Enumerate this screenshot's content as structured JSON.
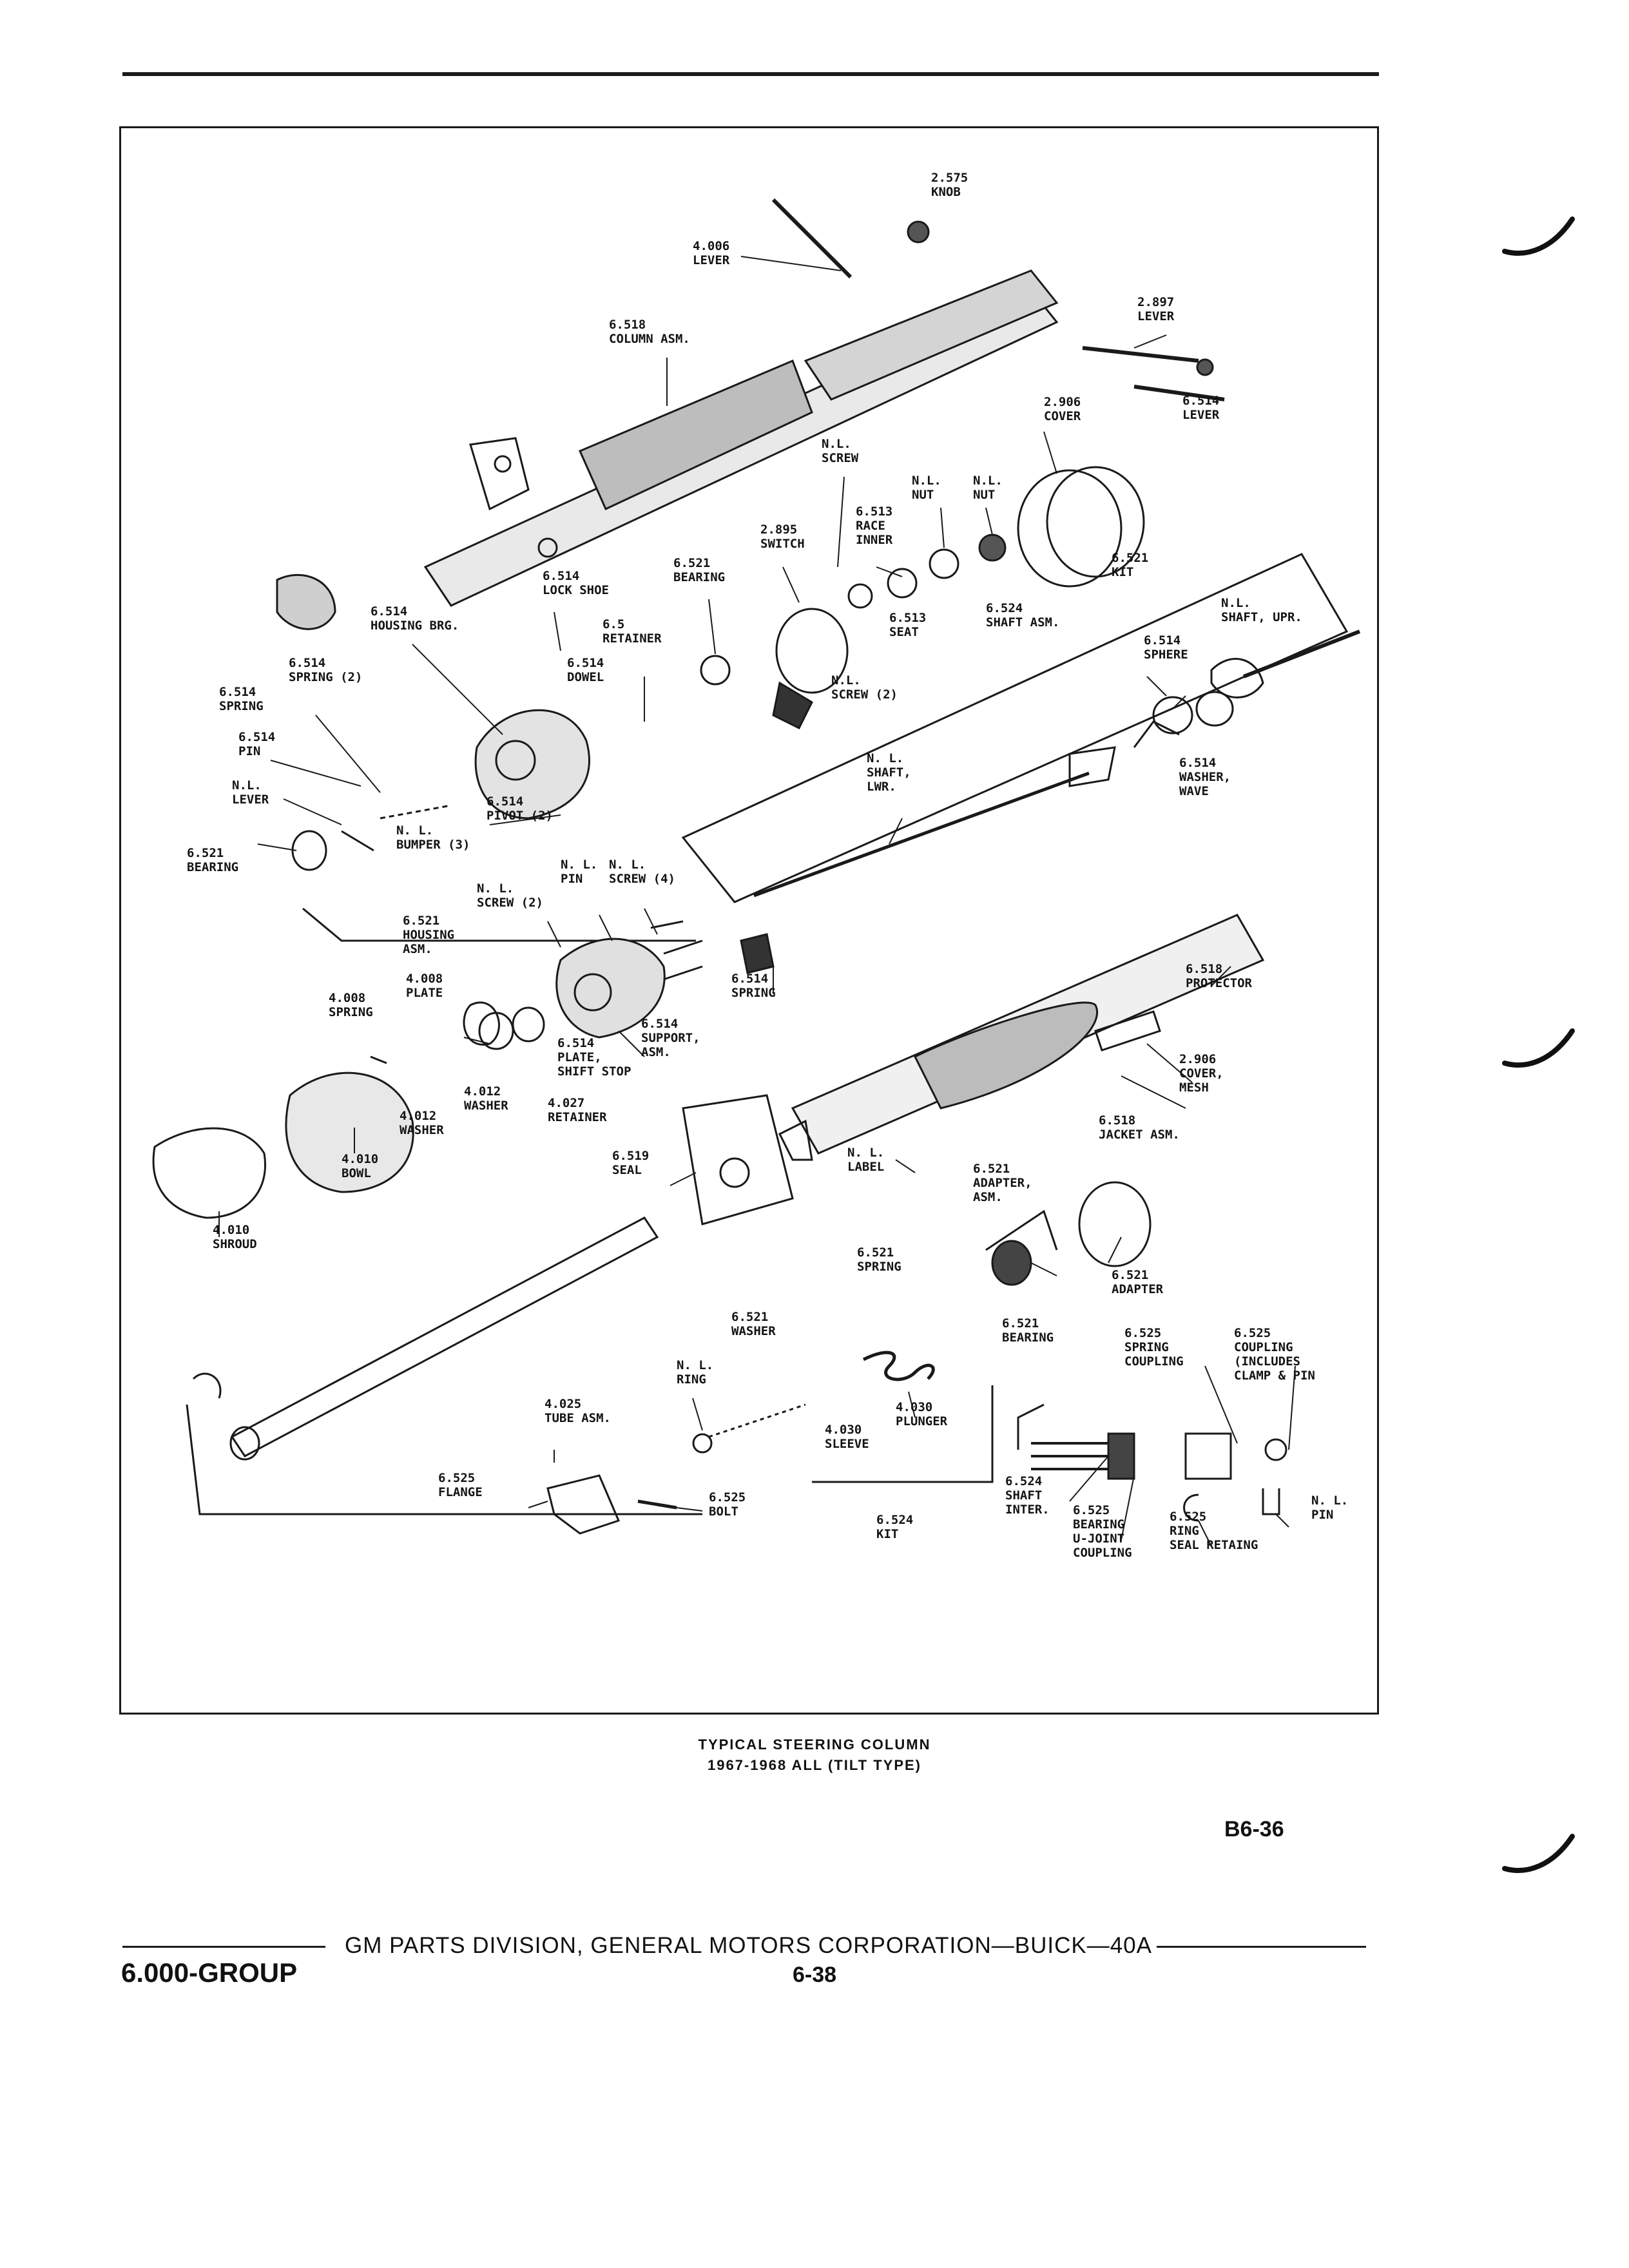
{
  "diagram": {
    "labels": [
      {
        "id": "knob",
        "lines": [
          "2.575",
          "KNOB"
        ]
      },
      {
        "id": "lever-4006",
        "lines": [
          "4.006",
          "LEVER"
        ]
      },
      {
        "id": "lever-2897",
        "lines": [
          "2.897",
          "LEVER"
        ]
      },
      {
        "id": "column-asm",
        "lines": [
          "6.518",
          "COLUMN ASM."
        ]
      },
      {
        "id": "lever-6514",
        "lines": [
          "6.514",
          "LEVER"
        ]
      },
      {
        "id": "cover-2906",
        "lines": [
          "2.906",
          "COVER"
        ]
      },
      {
        "id": "screw-nl-top",
        "lines": [
          "N.L.",
          "SCREW"
        ]
      },
      {
        "id": "nut-nl-1",
        "lines": [
          "N.L.",
          "NUT"
        ]
      },
      {
        "id": "nut-nl-2",
        "lines": [
          "N.L.",
          "NUT"
        ]
      },
      {
        "id": "race-inner",
        "lines": [
          "6.513",
          "RACE",
          "INNER"
        ]
      },
      {
        "id": "switch",
        "lines": [
          "2.895",
          "SWITCH"
        ]
      },
      {
        "id": "kit-6521",
        "lines": [
          "6.521",
          "KIT"
        ]
      },
      {
        "id": "bearing-6521-top",
        "lines": [
          "6.521",
          "BEARING"
        ]
      },
      {
        "id": "lock-shoe",
        "lines": [
          "6.514",
          "LOCK SHOE"
        ]
      },
      {
        "id": "housing-brg",
        "lines": [
          "6.514",
          "HOUSING BRG."
        ]
      },
      {
        "id": "retainer-65",
        "lines": [
          "6.5",
          "RETAINER"
        ]
      },
      {
        "id": "seat",
        "lines": [
          "6.513",
          "SEAT"
        ]
      },
      {
        "id": "shaft-asm",
        "lines": [
          "6.524",
          "SHAFT ASM."
        ]
      },
      {
        "id": "shaft-upr",
        "lines": [
          "N.L.",
          "SHAFT, UPR."
        ]
      },
      {
        "id": "spring-2",
        "lines": [
          "6.514",
          "SPRING (2)"
        ]
      },
      {
        "id": "dowel",
        "lines": [
          "6.514",
          "DOWEL"
        ]
      },
      {
        "id": "screw-2-top",
        "lines": [
          "N.L.",
          "SCREW (2)"
        ]
      },
      {
        "id": "sphere",
        "lines": [
          "6.514",
          "SPHERE"
        ]
      },
      {
        "id": "spring-6514",
        "lines": [
          "6.514",
          "SPRING"
        ]
      },
      {
        "id": "pin-6514",
        "lines": [
          "6.514",
          "PIN"
        ]
      },
      {
        "id": "lever-nl",
        "lines": [
          "N.L.",
          "LEVER"
        ]
      },
      {
        "id": "pivot",
        "lines": [
          "6.514",
          "PIVOT (2)"
        ]
      },
      {
        "id": "shaft-lwr",
        "lines": [
          "N. L.",
          "SHAFT,",
          "LWR."
        ]
      },
      {
        "id": "washer-wave",
        "lines": [
          "6.514",
          "WASHER,",
          "WAVE"
        ]
      },
      {
        "id": "bearing-6521-left",
        "lines": [
          "6.521",
          "BEARING"
        ]
      },
      {
        "id": "bumper",
        "lines": [
          "N. L.",
          "BUMPER (3)"
        ]
      },
      {
        "id": "pin-nl",
        "lines": [
          "N. L.",
          "PIN"
        ]
      },
      {
        "id": "screw-4",
        "lines": [
          "N. L.",
          "SCREW (4)"
        ]
      },
      {
        "id": "screw-2-mid",
        "lines": [
          "N. L.",
          "SCREW (2)"
        ]
      },
      {
        "id": "housing-asm",
        "lines": [
          "6.521",
          "HOUSING",
          "ASM."
        ]
      },
      {
        "id": "plate-4008",
        "lines": [
          "4.008",
          "PLATE"
        ]
      },
      {
        "id": "spring-4008",
        "lines": [
          "4.008",
          "SPRING"
        ]
      },
      {
        "id": "spring-6514-mid",
        "lines": [
          "6.514",
          "SPRING"
        ]
      },
      {
        "id": "protector",
        "lines": [
          "6.518",
          "PROTECTOR"
        ]
      },
      {
        "id": "support-asm",
        "lines": [
          "6.514",
          "SUPPORT,",
          "ASM."
        ]
      },
      {
        "id": "plate-shift-stop",
        "lines": [
          "6.514",
          "PLATE,",
          "SHIFT STOP"
        ]
      },
      {
        "id": "washer-4012-a",
        "lines": [
          "4.012",
          "WASHER"
        ]
      },
      {
        "id": "washer-4012-b",
        "lines": [
          "4.012",
          "WASHER"
        ]
      },
      {
        "id": "retainer-4027",
        "lines": [
          "4.027",
          "RETAINER"
        ]
      },
      {
        "id": "cover-mesh",
        "lines": [
          "2.906",
          "COVER,",
          "MESH"
        ]
      },
      {
        "id": "jacket-asm",
        "lines": [
          "6.518",
          "JACKET ASM."
        ]
      },
      {
        "id": "bowl",
        "lines": [
          "4.010",
          "BOWL"
        ]
      },
      {
        "id": "seal-6519",
        "lines": [
          "6.519",
          "SEAL"
        ]
      },
      {
        "id": "label-nl",
        "lines": [
          "N. L.",
          "LABEL"
        ]
      },
      {
        "id": "adapter-asm",
        "lines": [
          "6.521",
          "ADAPTER,",
          "ASM."
        ]
      },
      {
        "id": "shroud",
        "lines": [
          "4.010",
          "SHROUD"
        ]
      },
      {
        "id": "spring-6521",
        "lines": [
          "6.521",
          "SPRING"
        ]
      },
      {
        "id": "adapter-6521",
        "lines": [
          "6.521",
          "ADAPTER"
        ]
      },
      {
        "id": "washer-6521",
        "lines": [
          "6.521",
          "WASHER"
        ]
      },
      {
        "id": "bearing-6521-low",
        "lines": [
          "6.521",
          "BEARING"
        ]
      },
      {
        "id": "spring-coupling",
        "lines": [
          "6.525",
          "SPRING",
          "COUPLING"
        ]
      },
      {
        "id": "coupling",
        "lines": [
          "6.525",
          "COUPLING",
          "(INCLUDES",
          "CLAMP & PIN"
        ]
      },
      {
        "id": "ring-nl",
        "lines": [
          "N. L.",
          "RING"
        ]
      },
      {
        "id": "plunger",
        "lines": [
          "4.030",
          "PLUNGER"
        ]
      },
      {
        "id": "tube-asm",
        "lines": [
          "4.025",
          "TUBE ASM."
        ]
      },
      {
        "id": "sleeve",
        "lines": [
          "4.030",
          "SLEEVE"
        ]
      },
      {
        "id": "flange",
        "lines": [
          "6.525",
          "FLANGE"
        ]
      },
      {
        "id": "bolt",
        "lines": [
          "6.525",
          "BOLT"
        ]
      },
      {
        "id": "kit-6524",
        "lines": [
          "6.524",
          "KIT"
        ]
      },
      {
        "id": "shaft-inter",
        "lines": [
          "6.524",
          "SHAFT",
          "INTER."
        ]
      },
      {
        "id": "bearing-ujoint",
        "lines": [
          "6.525",
          "BEARING",
          "U-JOINT",
          "COUPLING"
        ]
      },
      {
        "id": "ring-seal",
        "lines": [
          "6.525",
          "RING",
          "SEAL RETAING"
        ]
      },
      {
        "id": "pin-nl-low",
        "lines": [
          "N. L.",
          "PIN"
        ]
      }
    ]
  },
  "caption": {
    "line1": "TYPICAL STEERING COLUMN",
    "line2": "1967-1968 ALL (TILT TYPE)"
  },
  "page_code": "B6-36",
  "footer": {
    "text": "GM PARTS DIVISION, GENERAL MOTORS CORPORATION—BUICK—40A",
    "group": "6.000-GROUP",
    "page_number": "6-38"
  }
}
